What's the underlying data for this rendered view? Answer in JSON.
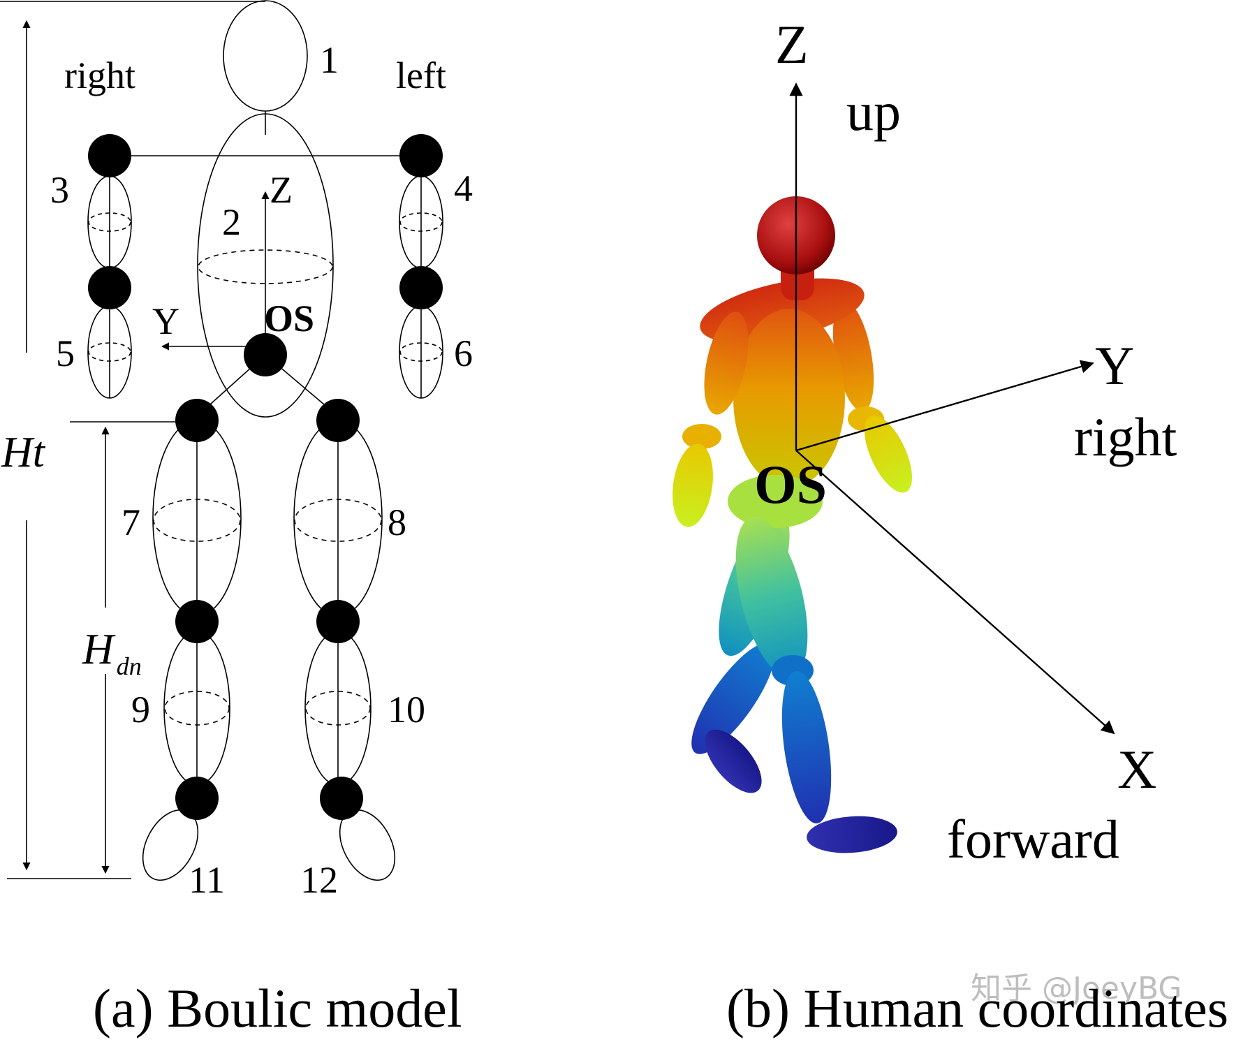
{
  "left_panel": {
    "side_right": "right",
    "side_left": "left",
    "segments": [
      "1",
      "2",
      "3",
      "4",
      "5",
      "6",
      "7",
      "8",
      "9",
      "10",
      "11",
      "12"
    ],
    "axis_z": "Z",
    "axis_y": "Y",
    "origin": "OS",
    "height_total": "Ht",
    "height_lower_main": "H",
    "height_lower_sub": "dn",
    "caption": "(a) Boulic model"
  },
  "right_panel": {
    "axis_z": "Z",
    "axis_z_dir": "up",
    "axis_y": "Y",
    "axis_y_dir": "right",
    "axis_x": "X",
    "axis_x_dir": "forward",
    "origin": "OS",
    "caption": "(b) Human coordinates"
  },
  "watermark": "知乎 @JoeyBG",
  "colors": {
    "ink": "#000000",
    "head": "#b01010",
    "shoulder": "#d83a10",
    "torso": "#e8a000",
    "arm_low": "#d8e000",
    "hip": "#a8e040",
    "thigh": "#30b0a0",
    "shin": "#1060d0",
    "foot": "#2020a0"
  }
}
